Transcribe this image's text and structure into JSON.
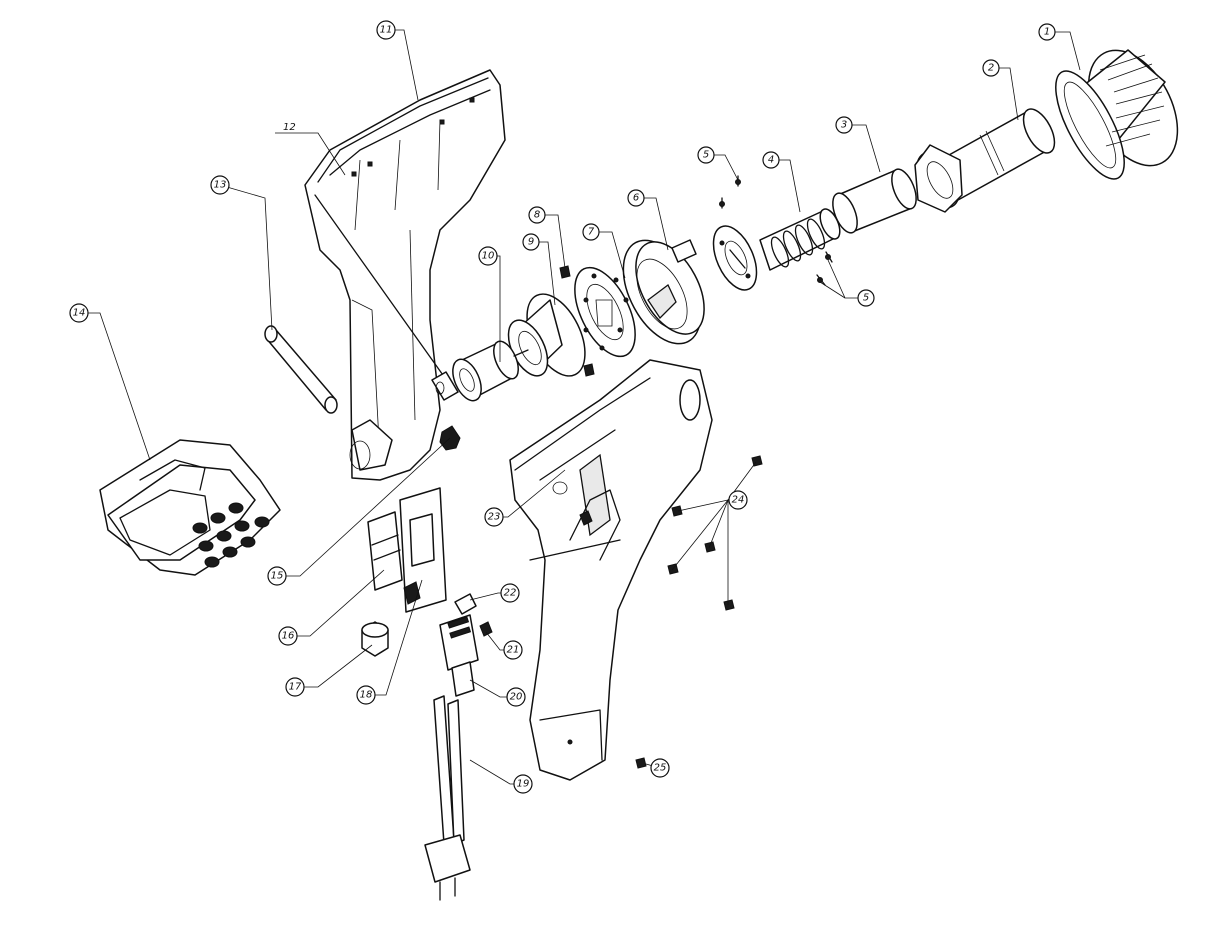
{
  "labels": {
    "p1": "1",
    "p2": "2",
    "p3": "3",
    "p4": "4",
    "p5a": "5",
    "p5b": "5",
    "p6": "6",
    "p7": "7",
    "p8": "8",
    "p9": "9",
    "p10": "10",
    "p11": "11",
    "p12": "12",
    "p13": "13",
    "p14": "14",
    "p15": "15",
    "p16": "16",
    "p17": "17",
    "p18": "18",
    "p19": "19",
    "p20": "20",
    "p21": "21",
    "p22": "22",
    "p23": "23",
    "p24": "24",
    "p25": "25"
  }
}
